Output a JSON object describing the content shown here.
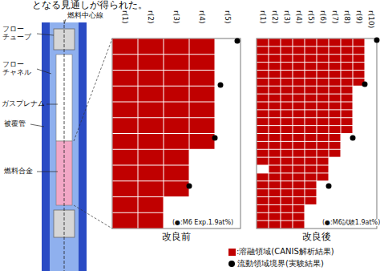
{
  "diagram": {
    "labels": [
      "となる見通しが得られた。",
      "燃料中心線",
      "フロー チューブ",
      "フロー チャネル",
      "ガスプレナム",
      "被覆管",
      "燃料合金",
      "r(1)",
      "r(2)",
      "r(3)",
      "r(4)",
      "r(5)",
      "r(1)",
      "r(2)",
      "r(3)",
      "r(4)",
      "r(5)",
      "r(6)",
      "r(7)",
      "r(8)",
      "r(9)",
      "r(10)",
      "(●:M6 Exp.1.9at%)",
      "(●:M6試験1.9at%)",
      "改良前",
      "改良後"
    ],
    "legend": [
      {
        "text": ":溶融領域(CANIS解析結果)",
        "color": "#c00000"
      },
      {
        "text": "流動領域境界(実験結果)"
      }
    ]
  }
}
